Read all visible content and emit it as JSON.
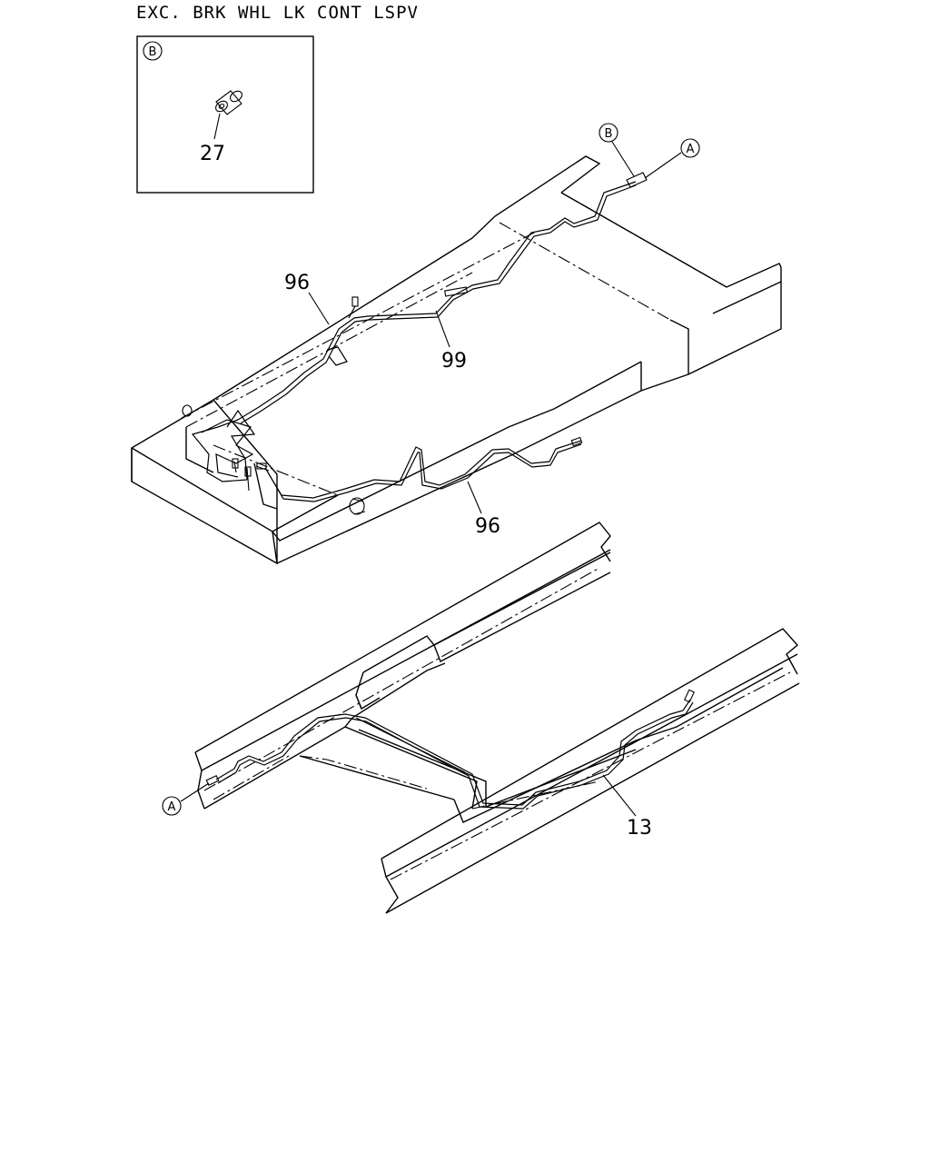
{
  "header": {
    "title": "EXC. BRK WHL LK CONT LSPV"
  },
  "detail_box": {
    "circle_label": "B",
    "part": "27"
  },
  "callouts": {
    "b_top": "B",
    "a_top": "A",
    "a_bottom": "A"
  },
  "parts": {
    "p96_upper": "96",
    "p99": "99",
    "p96_lower": "96",
    "p13": "13"
  },
  "colors": {
    "ink": "#000000",
    "paper": "#ffffff"
  }
}
